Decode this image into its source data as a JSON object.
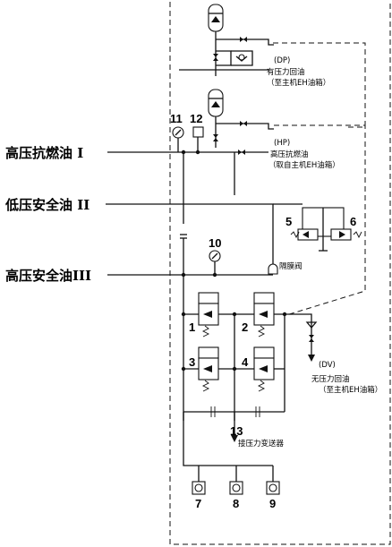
{
  "lines": {
    "hp_trip_oil": "高压抗燃油 I",
    "lp_safety_oil": "低压安全油 II",
    "hp_safety_oil": "高压安全油III"
  },
  "annotations": {
    "dp_code": "(DP)",
    "dp_line1": "有压力回油",
    "dp_line2": "（至主机EH油箱）",
    "hp_code": "(HP)",
    "hp_line1": "高压抗燃油",
    "hp_line2": "（取自主机EH油箱）",
    "dv_code": "(DV)",
    "dv_line1": "无压力回油",
    "dv_line2": "（至主机EH油箱）",
    "diaphragm_valve": "隔膜阀",
    "transmitter": "接压力变送器"
  },
  "numbers": {
    "n1": "1",
    "n2": "2",
    "n3": "3",
    "n4": "4",
    "n5": "5",
    "n6": "6",
    "n7": "7",
    "n8": "8",
    "n9": "9",
    "n10": "10",
    "n11": "11",
    "n12": "12",
    "n13": "13"
  }
}
